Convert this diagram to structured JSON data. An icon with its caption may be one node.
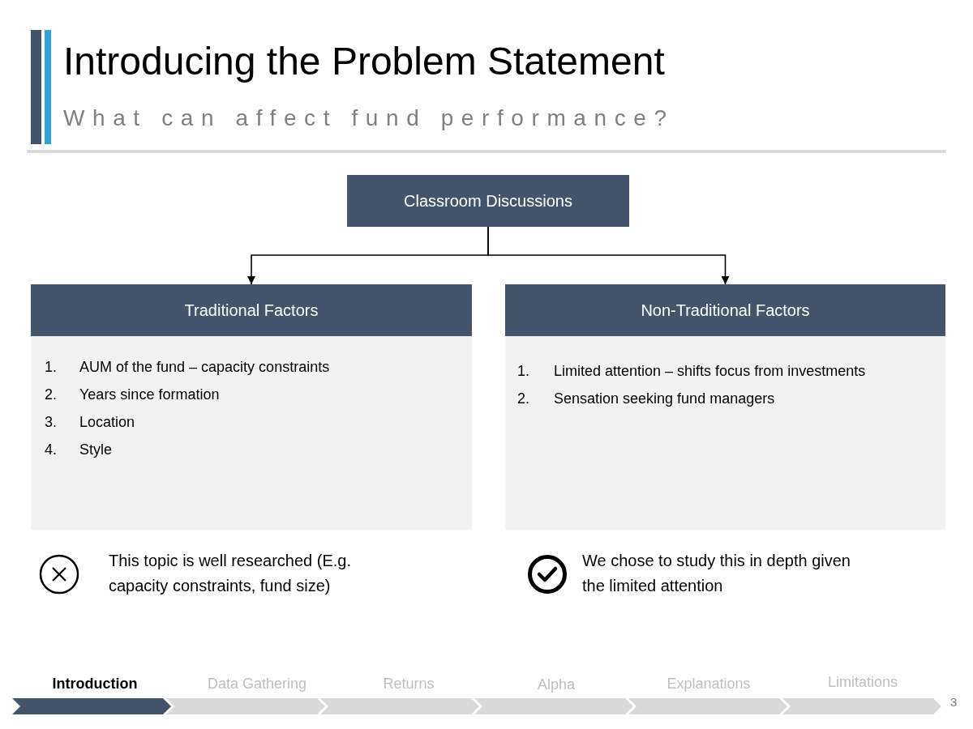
{
  "diagram": {
    "title": "Introducing the Problem Statement",
    "nodes": [
      {
        "text": [
          "Classroom Discussions"
        ]
      },
      {
        "text": [
          "Traditional Factors",
          "1. AUM of the fund – capacity constraints",
          "2. Years since formation",
          "3. Location",
          "4. Style"
        ],
        "beside": [
          "This topic is well researched (E.g. capacity constraints, fund size)"
        ]
      },
      {
        "text": [
          "Non-Traditional Factors",
          "1. Limited attention – shifts focus from investments",
          "2. Sensation seeking fund managers"
        ],
        "beside": [
          "We chose to study this in depth given the limited attention"
        ]
      }
    ],
    "edges": [
      {
        "from": 0,
        "to": 1,
        "arrow": "to"
      },
      {
        "from": 0,
        "to": 2,
        "arrow": "to"
      }
    ],
    "labels": [
      "What can affect fund performance?",
      "Introduction",
      "Data Gathering",
      "Returns",
      "Alpha",
      "Explanations",
      "Limitations",
      "3"
    ]
  }
}
